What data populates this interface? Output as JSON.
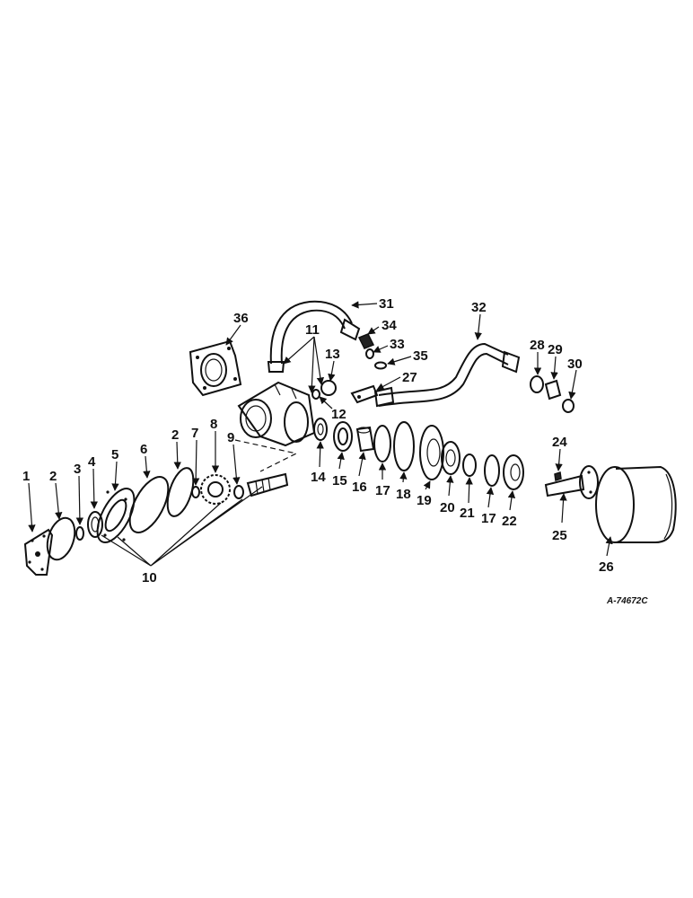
{
  "drawing_id": "A-74672C",
  "callouts": [
    "1",
    "2",
    "3",
    "4",
    "5",
    "6",
    "2",
    "7",
    "8",
    "9",
    "10",
    "11",
    "12",
    "13",
    "14",
    "15",
    "16",
    "17",
    "18",
    "19",
    "20",
    "21",
    "17",
    "22",
    "24",
    "25",
    "26",
    "27",
    "28",
    "29",
    "30",
    "31",
    "32",
    "33",
    "34",
    "35",
    "36"
  ]
}
